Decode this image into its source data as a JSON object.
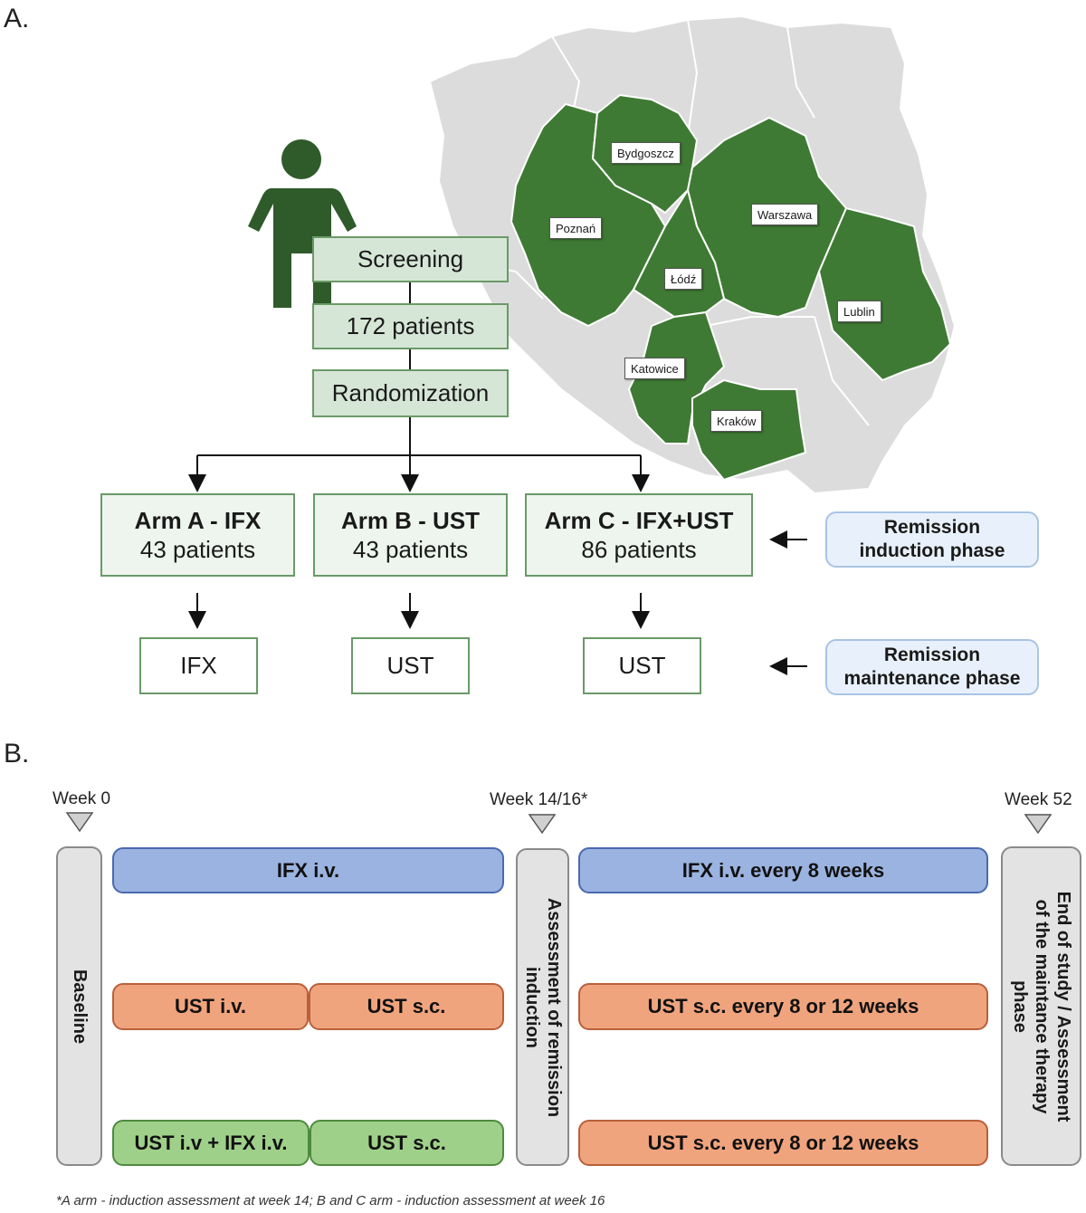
{
  "panel_a": {
    "letter": "A.",
    "cities": [
      "Bydgoszcz",
      "Poznań",
      "Warszawa",
      "Łódź",
      "Lublin",
      "Katowice",
      "Kraków"
    ],
    "flow": {
      "screening": "Screening",
      "patients": "172 patients",
      "randomization": "Randomization"
    },
    "arms": [
      {
        "name": "Arm A - IFX",
        "patients": "43 patients",
        "maintenance": "IFX"
      },
      {
        "name": "Arm B - UST",
        "patients": "43 patients",
        "maintenance": "UST"
      },
      {
        "name": "Arm C - IFX+UST",
        "patients": "86 patients",
        "maintenance": "UST"
      }
    ],
    "phases": {
      "induction_line1": "Remission",
      "induction_line2": "induction phase",
      "maintenance_line1": "Remission",
      "maintenance_line2": "maintenance phase"
    },
    "colors": {
      "region_green": "#3f7a34",
      "map_gray": "#dcdcdc",
      "person": "#2f5a2a"
    }
  },
  "panel_b": {
    "letter": "B.",
    "weeks": [
      "Week 0",
      "Week 14/16*",
      "Week 52"
    ],
    "baseline": "Baseline",
    "assessment_induction_line1": "Assessment of remission",
    "assessment_induction_line2": "induction",
    "end_line1": "End of study / Assessment",
    "end_line2": "of the maintance therapy",
    "end_line3": "phase",
    "row1": {
      "induction": "IFX i.v.",
      "maintenance": "IFX i.v. every 8 weeks"
    },
    "row2": {
      "induction_a": "UST i.v.",
      "induction_b": "UST s.c.",
      "maintenance": "UST s.c. every 8 or 12 weeks"
    },
    "row3": {
      "induction_a": "UST i.v + IFX i.v.",
      "induction_b": "UST s.c.",
      "maintenance": "UST s.c. every 8 or 12 weeks"
    },
    "colors": {
      "blue": "#9bb3e0",
      "orange": "#f0a47e",
      "green": "#9fd08a"
    }
  },
  "footnote": "*A arm - induction assessment at week 14; B and C arm - induction assessment at week 16"
}
